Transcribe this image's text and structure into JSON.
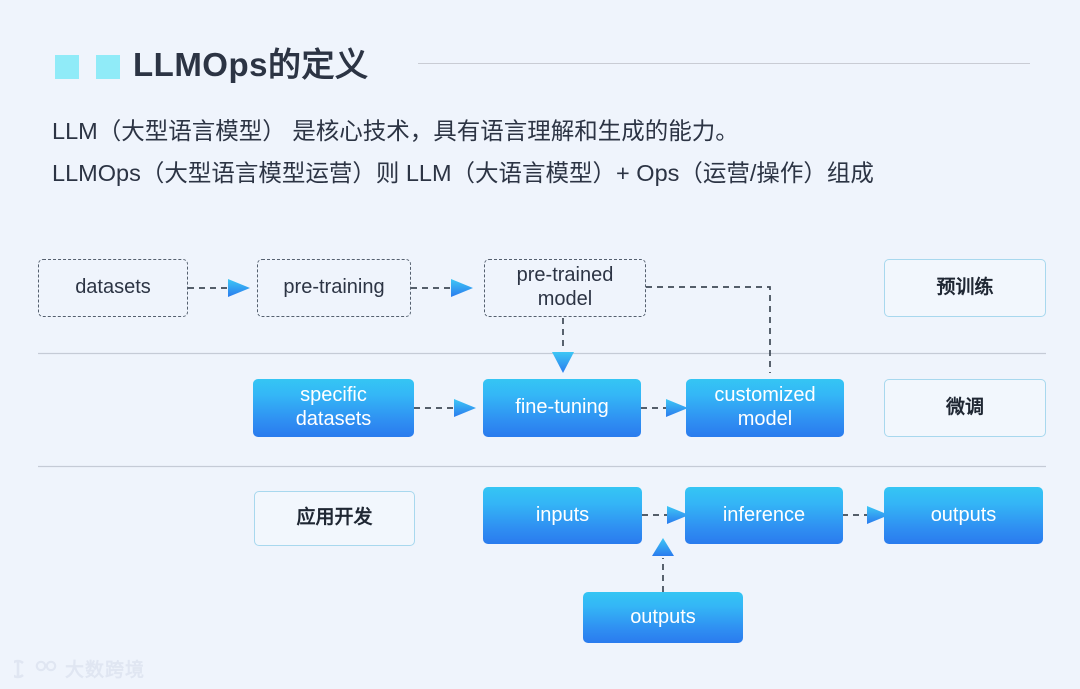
{
  "header": {
    "title": "LLMOps的定义",
    "accent_color": "#90ebf8",
    "rule_color": "#c9ccd4"
  },
  "intro": {
    "line1": "LLM（大型语言模型） 是核心技术，具有语言理解和生成的能力。",
    "line2": "LLMOps（大型语言模型运营）则 LLM（大语言模型）+ Ops（运营/操作）组成"
  },
  "colors": {
    "background": "#eff4fc",
    "node_gradient_top": "#35c6f4",
    "node_gradient_bottom": "#2a7bee",
    "arrow_blue": "#2e94f2",
    "dashed_line": "#55606f",
    "divider": "#c5cbd6",
    "stage_border": "#a8d8ee"
  },
  "diagram": {
    "type": "flow",
    "rows": [
      {
        "stage_label": "预训练",
        "nodes": [
          "datasets",
          "pre-training",
          "pre-trained\nmodel"
        ]
      },
      {
        "stage_label": "微调",
        "nodes": [
          "specific\ndatasets",
          "fine-tuning",
          "customized\nmodel"
        ]
      },
      {
        "stage_label": "应用开发",
        "nodes": [
          "inputs",
          "inference",
          "outputs",
          "outputs"
        ]
      }
    ]
  },
  "nodes": {
    "datasets": "datasets",
    "pre_training": "pre-training",
    "pre_trained_model_l1": "pre-trained",
    "pre_trained_model_l2": "model",
    "stage_pretrain": "预训练",
    "specific_datasets_l1": "specific",
    "specific_datasets_l2": "datasets",
    "fine_tuning": "fine-tuning",
    "customized_model_l1": "customized",
    "customized_model_l2": "model",
    "stage_finetune": "微调",
    "stage_appdev": "应用开发",
    "inputs": "inputs",
    "inference": "inference",
    "outputs": "outputs",
    "outputs_feedback": "outputs"
  },
  "watermark": {
    "text": "大数跨境"
  }
}
